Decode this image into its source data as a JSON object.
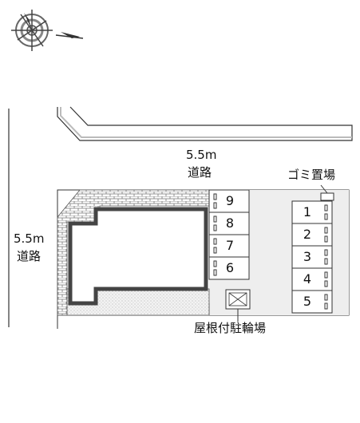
{
  "compass": {
    "direction": "N",
    "icon": "compass-icon"
  },
  "roads": {
    "top": {
      "width": "5.5m",
      "name": "道路"
    },
    "left": {
      "width": "5.5m",
      "name": "道路"
    }
  },
  "garbage_area": {
    "label": "ゴミ置場"
  },
  "bicycle_parking": {
    "label": "屋根付駐輪場"
  },
  "parking_left": [
    "9",
    "8",
    "7",
    "6"
  ],
  "parking_right": [
    "1",
    "2",
    "3",
    "4",
    "5"
  ]
}
